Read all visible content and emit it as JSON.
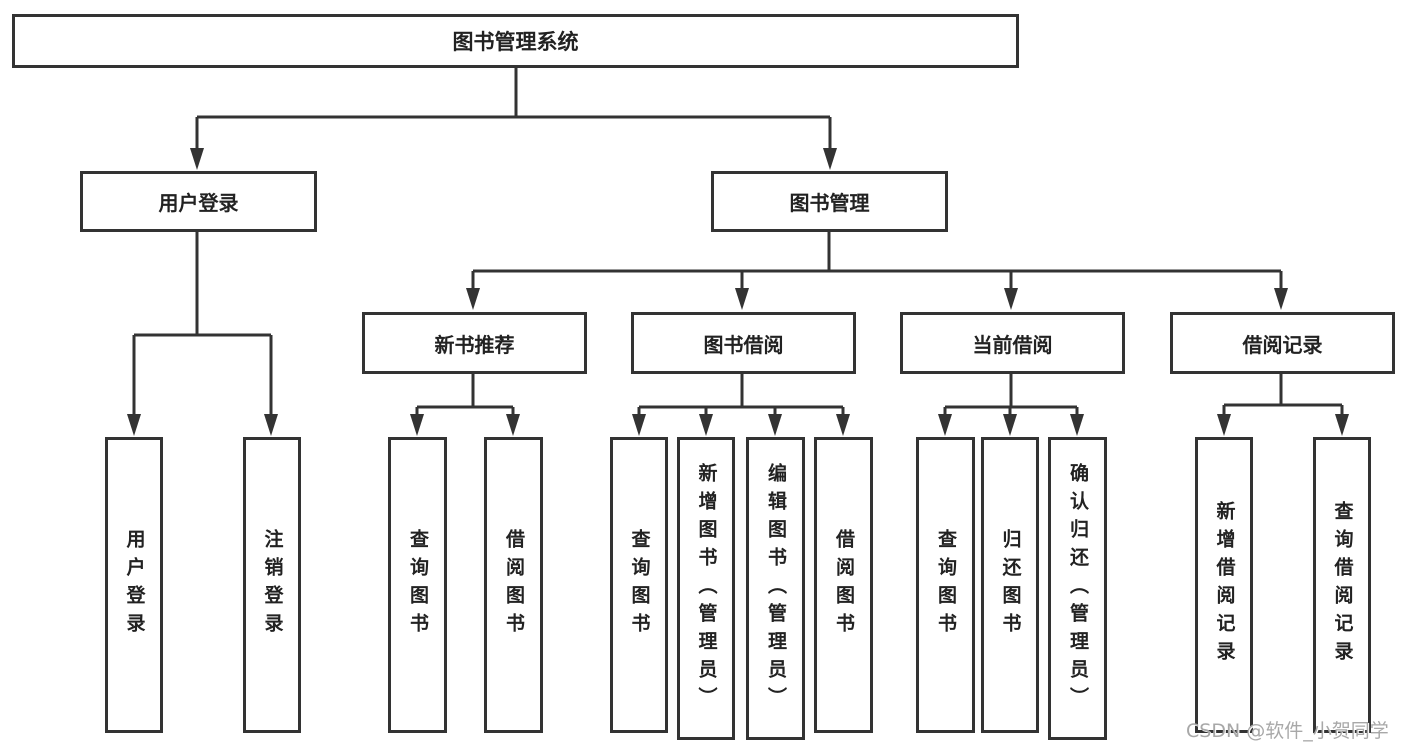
{
  "diagram": {
    "type": "tree",
    "tree": {
      "label": "图书管理系统",
      "children": [
        {
          "label": "用户登录",
          "children": [
            {
              "label": "用户登录"
            },
            {
              "label": "注销登录"
            }
          ]
        },
        {
          "label": "图书管理",
          "children": [
            {
              "label": "新书推荐",
              "children": [
                {
                  "label": "查询图书"
                },
                {
                  "label": "借阅图书"
                }
              ]
            },
            {
              "label": "图书借阅",
              "children": [
                {
                  "label": "查询图书"
                },
                {
                  "label": "新增图书（管理员）"
                },
                {
                  "label": "编辑图书（管理员）"
                },
                {
                  "label": "借阅图书"
                }
              ]
            },
            {
              "label": "当前借阅",
              "children": [
                {
                  "label": "查询图书"
                },
                {
                  "label": "归还图书"
                },
                {
                  "label": "确认归还（管理员）"
                }
              ]
            },
            {
              "label": "借阅记录",
              "children": [
                {
                  "label": "新增借阅记录"
                },
                {
                  "label": "查询借阅记录"
                }
              ]
            }
          ]
        }
      ]
    }
  },
  "nodes": {
    "root": "图书管理系统",
    "user_login": "用户登录",
    "book_mgmt": "图书管理",
    "new_book_rec": "新书推荐",
    "book_borrow": "图书借阅",
    "current_borrow": "当前借阅",
    "borrow_records": "借阅记录",
    "leaf_user_login": "用户登录",
    "leaf_logout": "注销登录",
    "leaf_rec_query_books": "查询图书",
    "leaf_rec_borrow_books": "借阅图书",
    "leaf_bor_query_books": "查询图书",
    "leaf_bor_add_books": "新增图书（管理员）",
    "leaf_bor_edit_books": "编辑图书（管理员）",
    "leaf_bor_borrow_books": "借阅图书",
    "leaf_cur_query_books": "查询图书",
    "leaf_cur_return_books": "归还图书",
    "leaf_cur_confirm_return": "确认归还（管理员）",
    "leaf_recd_add_record": "新增借阅记录",
    "leaf_recd_query_record": "查询借阅记录"
  },
  "watermark": {
    "text": "CSDN @软件_小贺同学"
  },
  "colors": {
    "line": "#333333",
    "box_border": "#333333",
    "box_fill": "#ffffff",
    "text": "#222222",
    "watermark_text": "#a8a8a8",
    "background": "#ffffff"
  }
}
